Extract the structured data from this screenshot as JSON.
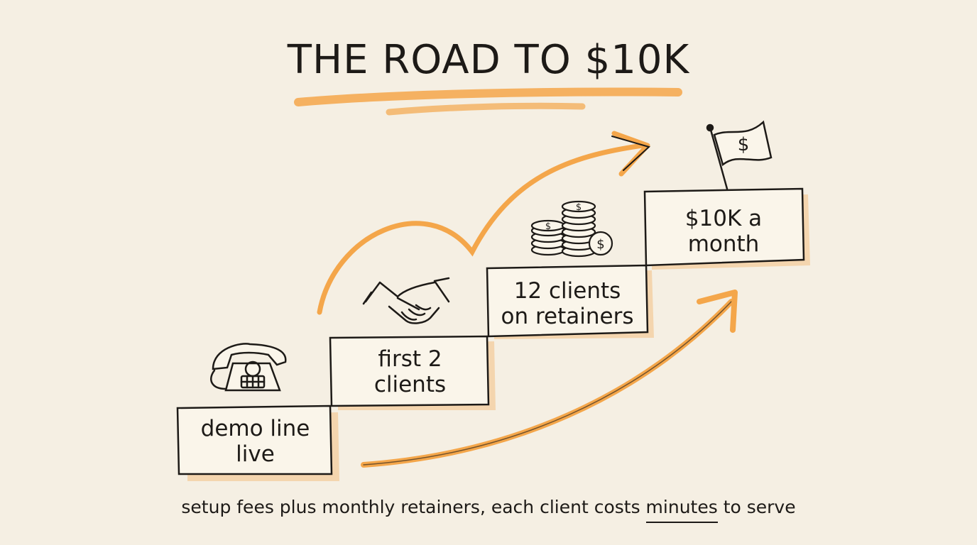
{
  "title": "THE ROAD TO $10K",
  "steps": [
    {
      "label_line1": "demo line",
      "label_line2": "live",
      "icon": "telephone-icon"
    },
    {
      "label_line1": "first 2",
      "label_line2": "clients",
      "icon": "handshake-icon"
    },
    {
      "label_line1": "12 clients",
      "label_line2": "on retainers",
      "icon": "coin-stack-icon"
    },
    {
      "label_line1": "$10K a",
      "label_line2": "month",
      "icon": "dollar-flag-icon"
    }
  ],
  "flag_symbol": "$",
  "coin_symbol": "$",
  "caption": {
    "before": "setup fees plus monthly retainers, each client costs ",
    "underlined": "minutes",
    "after": " to serve"
  },
  "colors": {
    "background": "#f5efe3",
    "ink": "#1d1a17",
    "accent": "#f4a64a"
  }
}
